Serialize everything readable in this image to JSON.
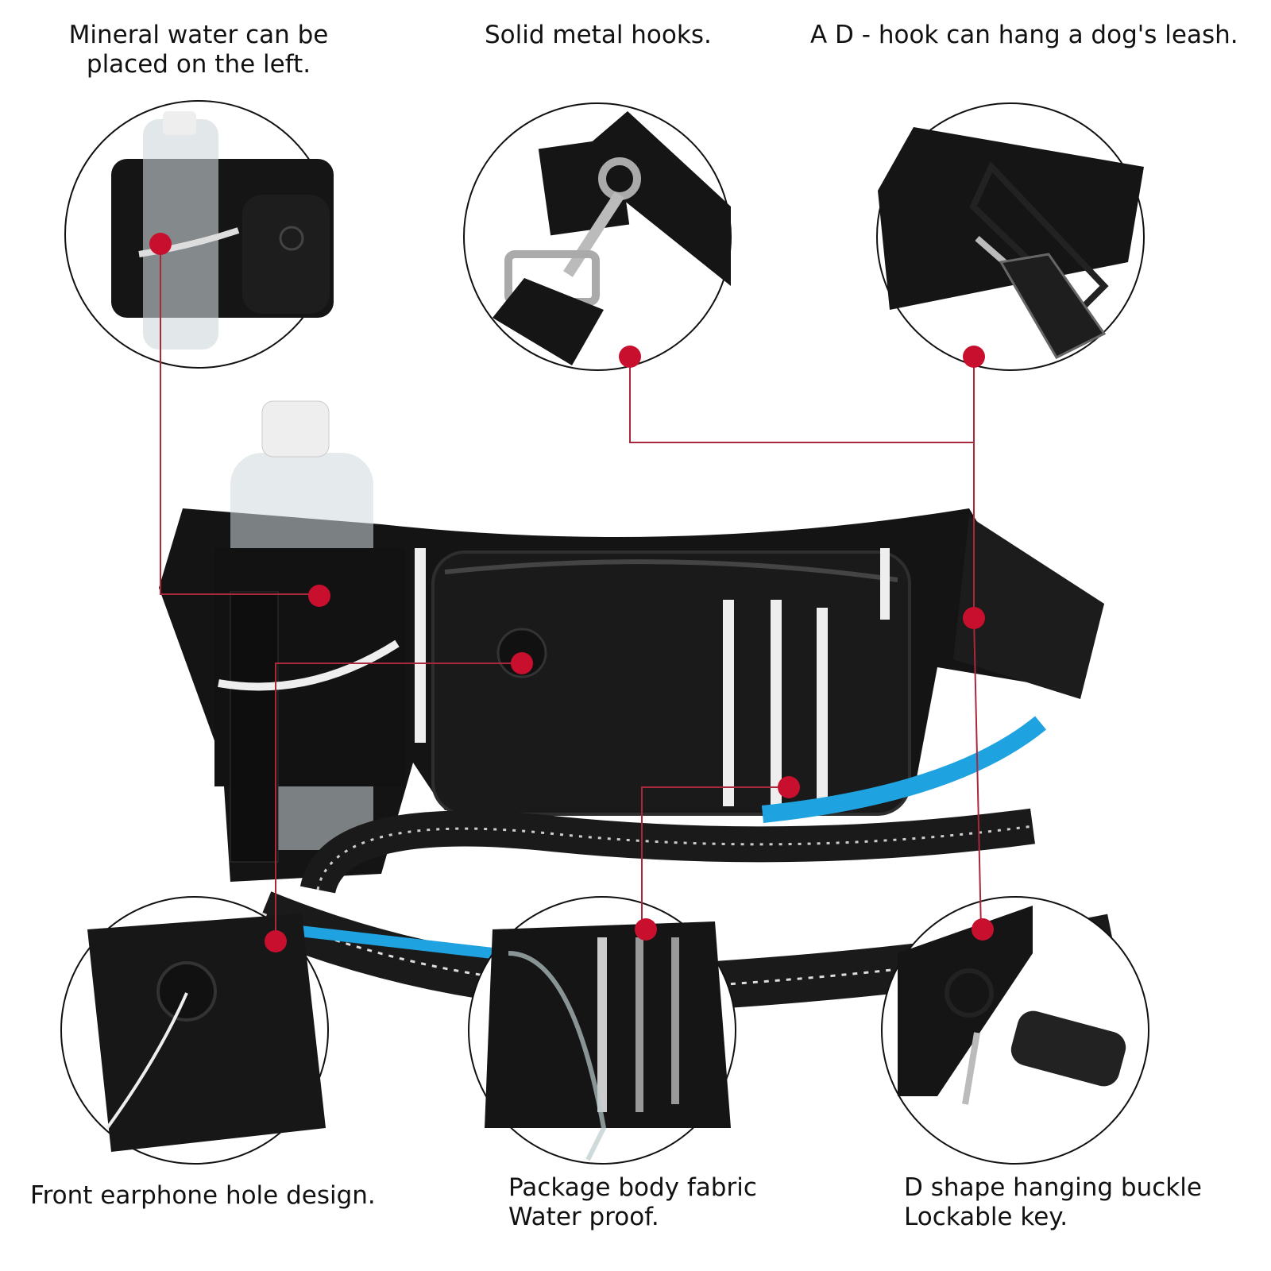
{
  "captions": {
    "water": [
      "Mineral water can be",
      "placed on the left."
    ],
    "hooks": "Solid metal hooks.",
    "ad_hook": "A D - hook can hang a dog's leash.",
    "earphone": "Front earphone hole design.",
    "fabric": [
      "Package body fabric",
      "Water proof."
    ],
    "buckle": [
      "D shape hanging buckle",
      "Lockable key."
    ]
  },
  "colors": {
    "accent_red": "#c8102e",
    "line_red": "#a8283c",
    "bag_black": "#151515",
    "leash_blue": "#1fa3e0"
  }
}
